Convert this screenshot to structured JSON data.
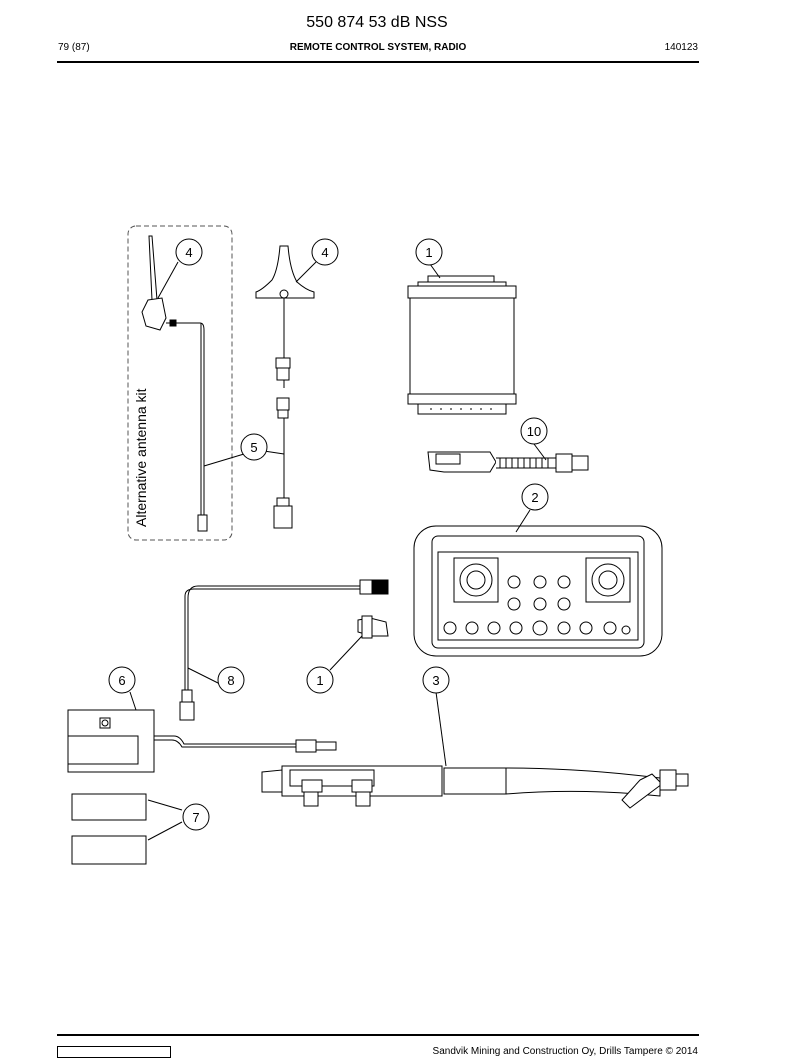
{
  "header": {
    "doc_title": "550 874 53 dB NSS",
    "page": "79 (87)",
    "section": "REMOTE CONTROL SYSTEM, RADIO",
    "date_code": "140123"
  },
  "drawing": {
    "alt_kit_label": "Alternative antenna kit",
    "callouts": [
      "4",
      "4",
      "1",
      "10",
      "5",
      "2",
      "6",
      "8",
      "1",
      "3",
      "7"
    ]
  },
  "footer": {
    "copyright": "Sandvik Mining and Construction Oy, Drills Tampere © 2014"
  }
}
